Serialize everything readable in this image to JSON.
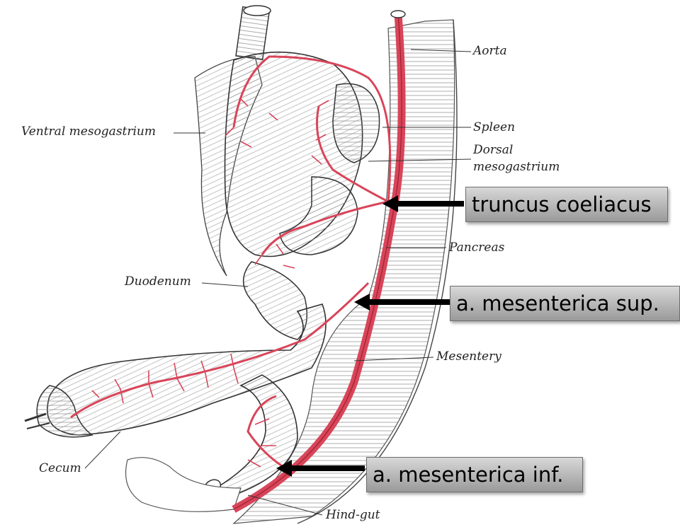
{
  "labels": {
    "aorta": "Aorta",
    "ventral_mesogastrium": "Ventral mesogastrium",
    "spleen": "Spleen",
    "dorsal_mesogastrium_1": "Dorsal",
    "dorsal_mesogastrium_2": "mesogastrium",
    "pancreas": "Pancreas",
    "duodenum": "Duodenum",
    "mesentery": "Mesentery",
    "cecum": "Cecum",
    "hind_gut": "Hind-gut"
  },
  "callouts": {
    "truncus": "truncus coeliacus",
    "mes_sup": "a. mesenterica sup.",
    "mes_inf": "a. mesenterica inf."
  },
  "colors": {
    "artery": "#d8455a",
    "ink": "#333333",
    "callout_top": "#d8d8d8",
    "callout_bottom": "#9a9a9a",
    "arrow": "#000000"
  }
}
